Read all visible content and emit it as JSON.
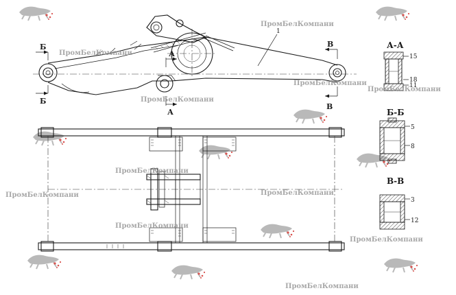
{
  "section_labels": {
    "aa": "А-А",
    "bb": "Б-Б",
    "vv": "В-В"
  },
  "cut_marks": {
    "a": "А",
    "b": "Б",
    "v": "В"
  },
  "callouts": {
    "main": "1",
    "aa_top": "15",
    "aa_mid": "18",
    "aa_bot": "11",
    "bb_top": "5",
    "bb_bot": "8",
    "vv_top": "3",
    "vv_bot": "12"
  },
  "watermark": "ПромБелКомпани",
  "colors": {
    "line": "#1a1a1a",
    "watermark": "#9a9a9a",
    "logo_accent": "#d9534f"
  }
}
